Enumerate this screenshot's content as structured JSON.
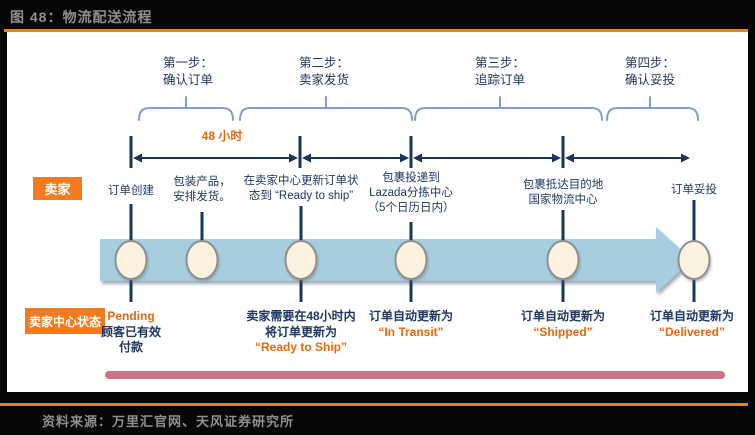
{
  "header": {
    "title": "图 48：物流配送流程"
  },
  "footer": {
    "source": "资料来源：万里汇官网、天风证券研究所"
  },
  "steps": [
    {
      "label_line1": "第一步：",
      "label_line2": "确认订单"
    },
    {
      "label_line1": "第二步：",
      "label_line2": "卖家发货"
    },
    {
      "label_line1": "第三步：",
      "label_line2": "追踪订单"
    },
    {
      "label_line1": "第四步：",
      "label_line2": "确认妥投"
    }
  ],
  "timeline": {
    "duration_label": "48 小时",
    "row_labels": {
      "seller": "卖家",
      "seller_center_status": "卖家中心状态"
    }
  },
  "events": [
    {
      "lines": [
        "订单创建"
      ]
    },
    {
      "lines": [
        "包装产品，",
        "安排发货。"
      ]
    },
    {
      "lines": [
        "在卖家中心更新订单状",
        "态到 “Ready to ship”"
      ]
    },
    {
      "lines": [
        "包裹投递到",
        "Lazada分拣中心",
        "（5个日历日内）"
      ]
    },
    {
      "lines": [
        "包裹抵达目的地",
        "国家物流中心"
      ]
    },
    {
      "lines": [
        "订单妥投"
      ]
    }
  ],
  "statuses": [
    {
      "lines": [
        "Pending",
        "顾客已有效",
        "付款"
      ]
    },
    {
      "lines": [
        "卖家需要在48小时内",
        "将订单更新为",
        "“Ready to Ship”"
      ]
    },
    {
      "lines": [
        "订单自动更新为",
        "“In Transit”"
      ]
    },
    {
      "lines": [
        "订单自动更新为",
        "“Shipped”"
      ]
    },
    {
      "lines": [
        "订单自动更新为",
        "“Delivered”"
      ]
    }
  ],
  "colors": {
    "accent_orange": "#f07f1a",
    "tag_orange": "#f47a1f",
    "highlight_orange": "#e8680a",
    "navy_text": "#1f3864",
    "brace_blue": "#7f9fd6",
    "arrow_fill_blue": "#a6cede",
    "node_cream": "#fdf2e0",
    "node_border_gray": "#909090",
    "divider_pink": "#c97383",
    "title_gray": "#8f8f8f"
  }
}
